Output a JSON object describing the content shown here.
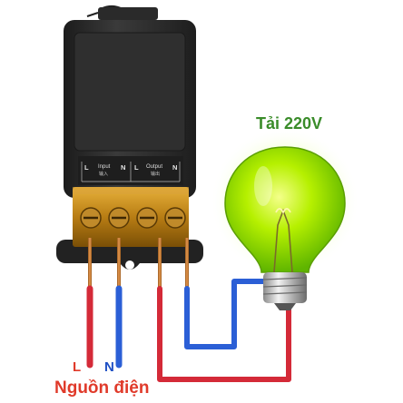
{
  "load_label": "Tải 220V",
  "source_label": "Nguồn điện",
  "wire_L_label": "L",
  "wire_N_label": "N",
  "terminals": {
    "input_L": "L",
    "input_title": "Input",
    "input_cn": "输入",
    "input_N": "N",
    "output_L": "L",
    "output_title": "Output",
    "output_cn": "输出",
    "output_N": "N"
  },
  "colors": {
    "live_wire": "#d42a38",
    "neutral_wire": "#2b5fd6",
    "load_label": "#3a8c2a",
    "source_label": "#e03a2a",
    "L_label": "#e03a2a",
    "N_label": "#1e4fc4",
    "bulb_glass": "#8ee000",
    "housing": "#2b2b2b",
    "terminal_block": "#b87d14"
  },
  "icons": [
    "antenna-icon",
    "screw-icon",
    "light-bulb-icon"
  ]
}
